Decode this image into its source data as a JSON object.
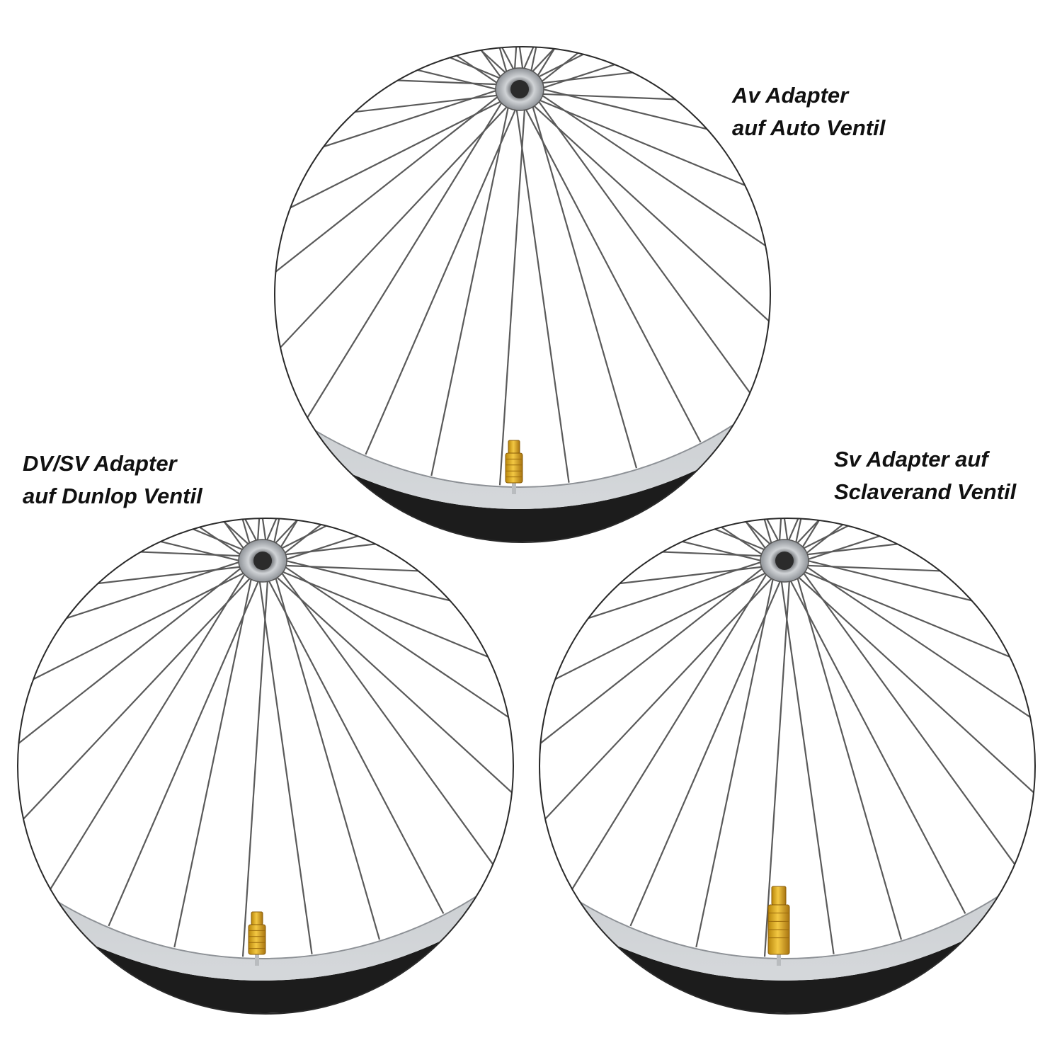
{
  "captions": {
    "av": {
      "line1": "Av Adapter",
      "line2": "auf Auto Ventil"
    },
    "dv": {
      "line1": "DV/SV Adapter",
      "line2": "auf Dunlop Ventil"
    },
    "sv": {
      "line1": "Sv Adapter auf",
      "line2": "Sclaverand Ventil"
    }
  },
  "colors": {
    "background": "#ffffff",
    "circle_outline": "#2a2a2a",
    "spoke": "#5a5a5a",
    "rim": "#bfc3c7",
    "tire": "#1c1c1c",
    "hub": "#9ea3a8",
    "adapter_brass": "#d9a520"
  },
  "wheels": [
    {
      "name": "wheel-av",
      "adapter": "av"
    },
    {
      "name": "wheel-dv",
      "adapter": "dv"
    },
    {
      "name": "wheel-sv",
      "adapter": "sv"
    }
  ]
}
